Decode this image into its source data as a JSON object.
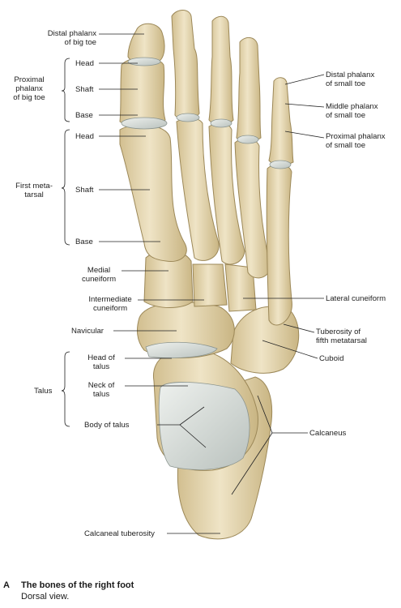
{
  "labels": {
    "distal_phalanx_big_toe": [
      "Distal phalanx",
      "of big toe"
    ],
    "proximal_phalanx_big_toe": [
      "Proximal",
      "phalanx",
      "of big toe"
    ],
    "head": "Head",
    "shaft": "Shaft",
    "base": "Base",
    "first_metatarsal": [
      "First meta-",
      "tarsal"
    ],
    "medial_cuneiform": [
      "Medial",
      "cuneiform"
    ],
    "intermediate_cuneiform": [
      "Intermediate",
      "cuneiform"
    ],
    "navicular": "Navicular",
    "talus": "Talus",
    "head_of_talus": [
      "Head of",
      "talus"
    ],
    "neck_of_talus": [
      "Neck of",
      "talus"
    ],
    "body_of_talus": "Body of talus",
    "calcaneal_tuberosity": "Calcaneal tuberosity",
    "distal_phalanx_small_toe": [
      "Distal phalanx",
      "of small toe"
    ],
    "middle_phalanx_small_toe": [
      "Middle phalanx",
      "of small toe"
    ],
    "proximal_phalanx_small_toe": [
      "Proximal phalanx",
      "of small toe"
    ],
    "lateral_cuneiform": "Lateral cuneiform",
    "tuberosity_fifth_metatarsal": [
      "Tuberosity of",
      "fifth metatarsal"
    ],
    "cuboid": "Cuboid",
    "calcaneus": "Calcaneus"
  },
  "caption": {
    "letter": "A",
    "title": "The bones of the right foot",
    "subtitle": "Dorsal view."
  },
  "colors": {
    "bone": "#e9dcb8",
    "bone_shadow": "#cdb98a",
    "cartilage": "#d6dcd8",
    "leader": "#222222"
  }
}
